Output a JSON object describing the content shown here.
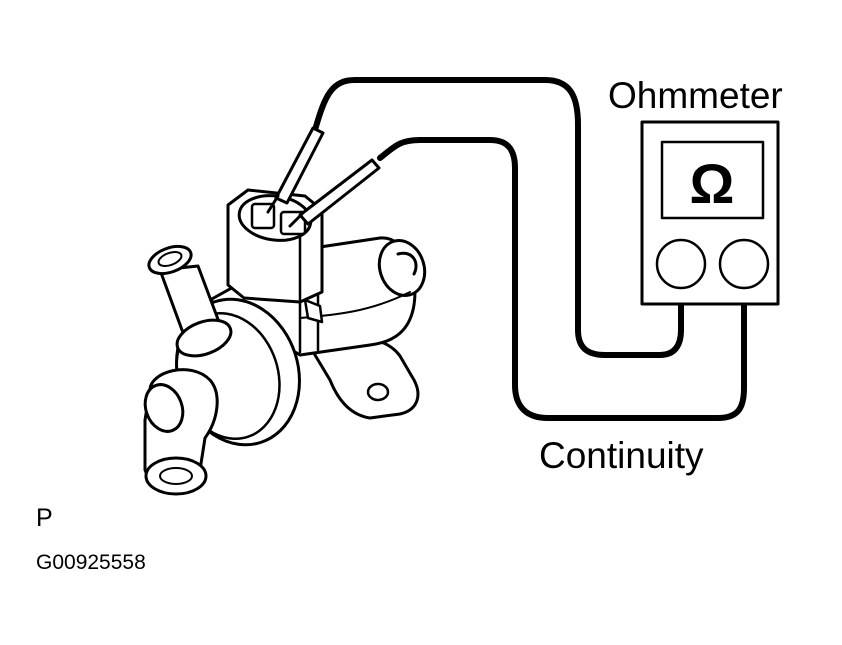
{
  "diagram": {
    "labels": {
      "ohmmeter": "Ohmmeter",
      "continuity": "Continuity",
      "omega": "Ω",
      "view_code": "P",
      "figure_id": "G00925558"
    }
  }
}
